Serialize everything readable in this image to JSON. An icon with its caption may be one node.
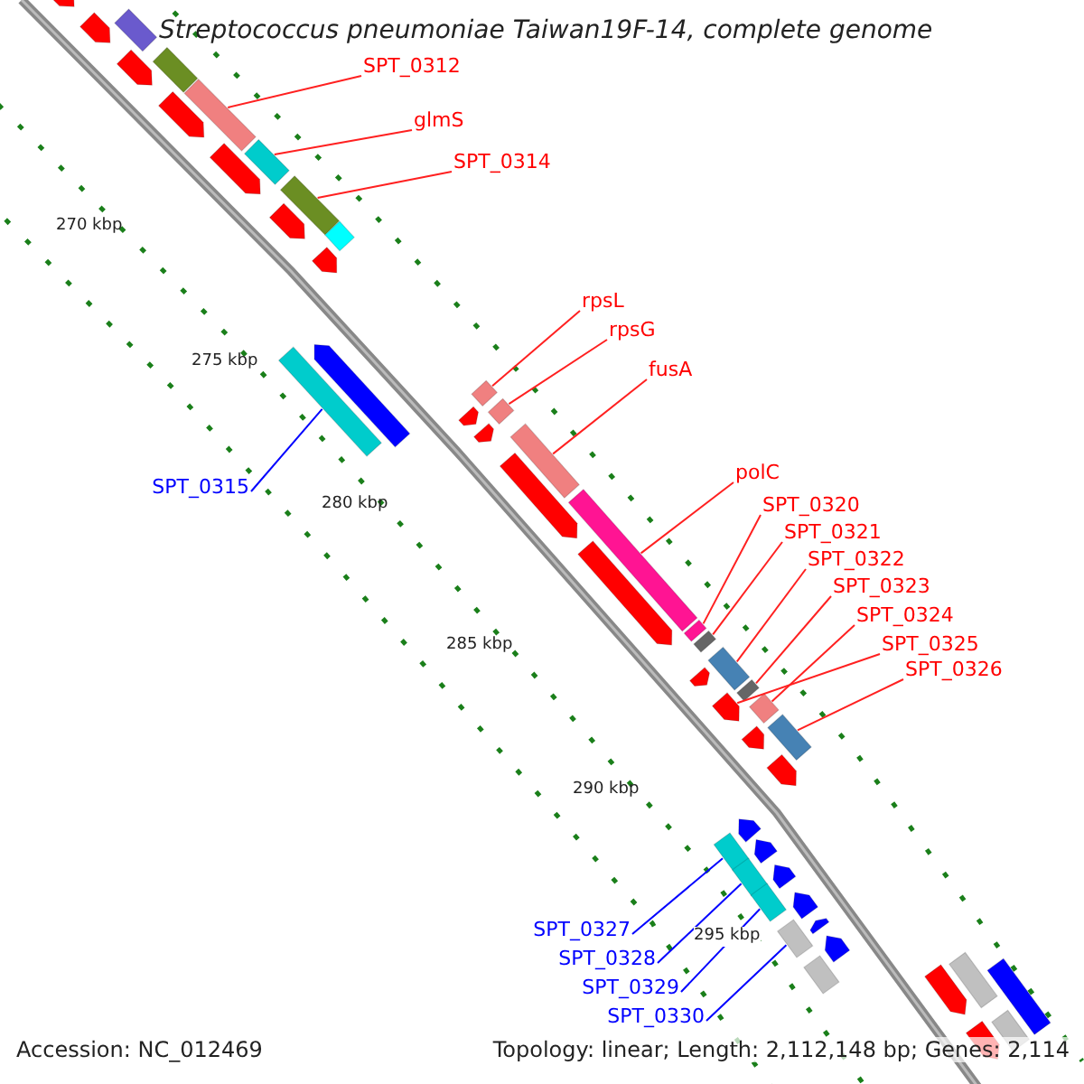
{
  "diagram": {
    "title": "Streptococcus pneumoniae Taiwan19F-14, complete genome",
    "nodes": [
      {
        "text": [
          "SPT_0312"
        ]
      },
      {
        "text": [
          "glmS"
        ]
      },
      {
        "text": [
          "SPT_0314"
        ]
      },
      {
        "text": [
          "rpsL"
        ]
      },
      {
        "text": [
          "rpsG"
        ]
      },
      {
        "text": [
          "fusA"
        ]
      },
      {
        "text": [
          "SPT_0315"
        ]
      },
      {
        "text": [
          "polC"
        ]
      },
      {
        "text": [
          "SPT_0320"
        ]
      },
      {
        "text": [
          "SPT_0321"
        ]
      },
      {
        "text": [
          "SPT_0322"
        ]
      },
      {
        "text": [
          "SPT_0323"
        ]
      },
      {
        "text": [
          "SPT_0324"
        ]
      },
      {
        "text": [
          "SPT_0325"
        ]
      },
      {
        "text": [
          "SPT_0326"
        ]
      },
      {
        "text": [
          "SPT_0327"
        ]
      },
      {
        "text": [
          "SPT_0328"
        ]
      },
      {
        "text": [
          "SPT_0329"
        ]
      },
      {
        "text": [
          "SPT_0330"
        ]
      },
      {
        "text": [],
        "shape": "bar"
      },
      {
        "text": [],
        "shape": "bar"
      },
      {
        "text": [],
        "shape": "bar"
      },
      {
        "text": [],
        "shape": "bar"
      },
      {
        "text": [],
        "shape": "bar"
      },
      {
        "text": [],
        "shape": "bar"
      },
      {
        "text": [],
        "shape": "bar"
      },
      {
        "text": [],
        "shape": "bar"
      },
      {
        "text": [],
        "shape": "bar"
      },
      {
        "text": [],
        "shape": "bar"
      },
      {
        "text": [],
        "shape": "bar"
      },
      {
        "text": [],
        "shape": "bar"
      },
      {
        "text": [],
        "shape": "bar"
      },
      {
        "text": [],
        "shape": "bar"
      },
      {
        "text": [],
        "shape": "bar"
      },
      {
        "text": [],
        "shape": "bar"
      },
      {
        "text": [],
        "shape": "bar"
      },
      {
        "text": [],
        "shape": "bar"
      },
      {
        "text": [],
        "shape": "bar"
      },
      {
        "text": [],
        "shape": "bar"
      },
      {
        "text": [],
        "shape": "bar"
      },
      {
        "text": [],
        "shape": "bar"
      },
      {
        "text": [],
        "shape": "bar"
      },
      {
        "text": [],
        "shape": "bar"
      },
      {
        "text": [],
        "shape": "bar"
      },
      {
        "text": [],
        "shape": "bar"
      },
      {
        "text": [],
        "shape": "bar"
      },
      {
        "text": [],
        "shape": "bar"
      },
      {
        "text": [],
        "shape": "bar"
      },
      {
        "text": [],
        "shape": "bar"
      },
      {
        "text": [],
        "shape": "bar"
      },
      {
        "text": [],
        "shape": "bar"
      },
      {
        "text": [],
        "shape": "bar"
      },
      {
        "text": [],
        "shape": "bar"
      },
      {
        "text": [],
        "shape": "bar"
      },
      {
        "text": [],
        "shape": "bar"
      },
      {
        "text": [],
        "shape": "bar"
      },
      {
        "text": [],
        "shape": "bar"
      },
      {
        "text": [],
        "shape": "bar"
      },
      {
        "text": [],
        "shape": "bar"
      },
      {
        "text": [],
        "shape": "bar"
      },
      {
        "text": [],
        "shape": "bar"
      },
      {
        "text": [],
        "shape": "bar"
      },
      {
        "text": [],
        "shape": "bar"
      },
      {
        "text": [],
        "shape": "bar"
      },
      {
        "text": [],
        "shape": "bar"
      },
      {
        "text": [],
        "shape": "bar"
      },
      {
        "text": [],
        "shape": "bar"
      },
      {
        "text": [],
        "shape": "bar"
      }
    ],
    "edges": [
      {
        "from": 0,
        "to": 19,
        "arrow": "none"
      },
      {
        "from": 1,
        "to": 20,
        "arrow": "none"
      },
      {
        "from": 2,
        "to": 21,
        "arrow": "none"
      },
      {
        "from": 3,
        "to": 22,
        "arrow": "none"
      },
      {
        "from": 4,
        "to": 23,
        "arrow": "none"
      },
      {
        "from": 5,
        "to": 24,
        "arrow": "none"
      },
      {
        "from": 6,
        "to": 25,
        "arrow": "none",
        "color": "#0000ff"
      },
      {
        "from": 7,
        "to": 26,
        "arrow": "none"
      },
      {
        "from": 8,
        "to": 27,
        "arrow": "none"
      },
      {
        "from": 9,
        "to": 28,
        "arrow": "none"
      },
      {
        "from": 10,
        "to": 29,
        "arrow": "none"
      },
      {
        "from": 11,
        "to": 30,
        "arrow": "none"
      },
      {
        "from": 12,
        "to": 31,
        "arrow": "none"
      },
      {
        "from": 13,
        "to": 32,
        "arrow": "none"
      },
      {
        "from": 14,
        "to": 33,
        "arrow": "none"
      },
      {
        "from": 15,
        "to": 34,
        "arrow": "none",
        "color": "#0000ff"
      },
      {
        "from": 16,
        "to": 35,
        "arrow": "none",
        "color": "#0000ff"
      },
      {
        "from": 17,
        "to": 36,
        "arrow": "none",
        "color": "#0000ff"
      },
      {
        "from": 18,
        "to": 37,
        "arrow": "none",
        "color": "#0000ff"
      }
    ],
    "labels": [
      "270 kbp",
      "275 kbp",
      "280 kbp",
      "285 kbp",
      "290 kbp",
      "295 kbp",
      "Accession: NC_012469",
      "Topology: linear; Length: 2,112,148 bp; Genes: 2,114"
    ]
  }
}
